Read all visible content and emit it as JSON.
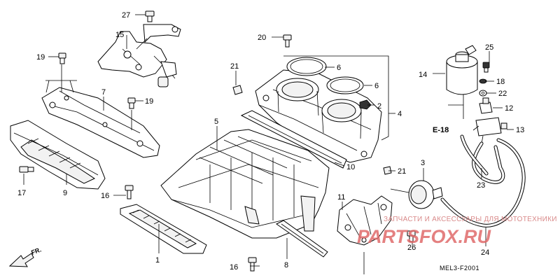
{
  "labels": {
    "p1": "1",
    "p2": "2",
    "p3": "3",
    "p4": "4",
    "p5": "5",
    "p6a": "6",
    "p6b": "6",
    "p7": "7",
    "p8": "8",
    "p9": "9",
    "p10": "10",
    "p11": "11",
    "p12": "12",
    "p13": "13",
    "p14": "14",
    "p15": "15",
    "p16a": "16",
    "p16b": "16",
    "p17": "17",
    "p18": "18",
    "p19a": "19",
    "p19b": "19",
    "p20": "20",
    "p21a": "21",
    "p21b": "21",
    "p22": "22",
    "p23": "23",
    "p24": "24",
    "p25": "25",
    "p26": "26",
    "p27": "27"
  },
  "ref": "E-18",
  "diagram_code": "MEL3-F2001",
  "direction_marker": "FR.",
  "watermark": {
    "tagline": "ЗАПЧАСТИ И АКСЕССУАРЫ ДЛЯ МОТОТЕХНИКИ",
    "logo": "PARTSFOX.RU"
  },
  "colors": {
    "line": "#000000",
    "watermark": "#e06a6a"
  }
}
